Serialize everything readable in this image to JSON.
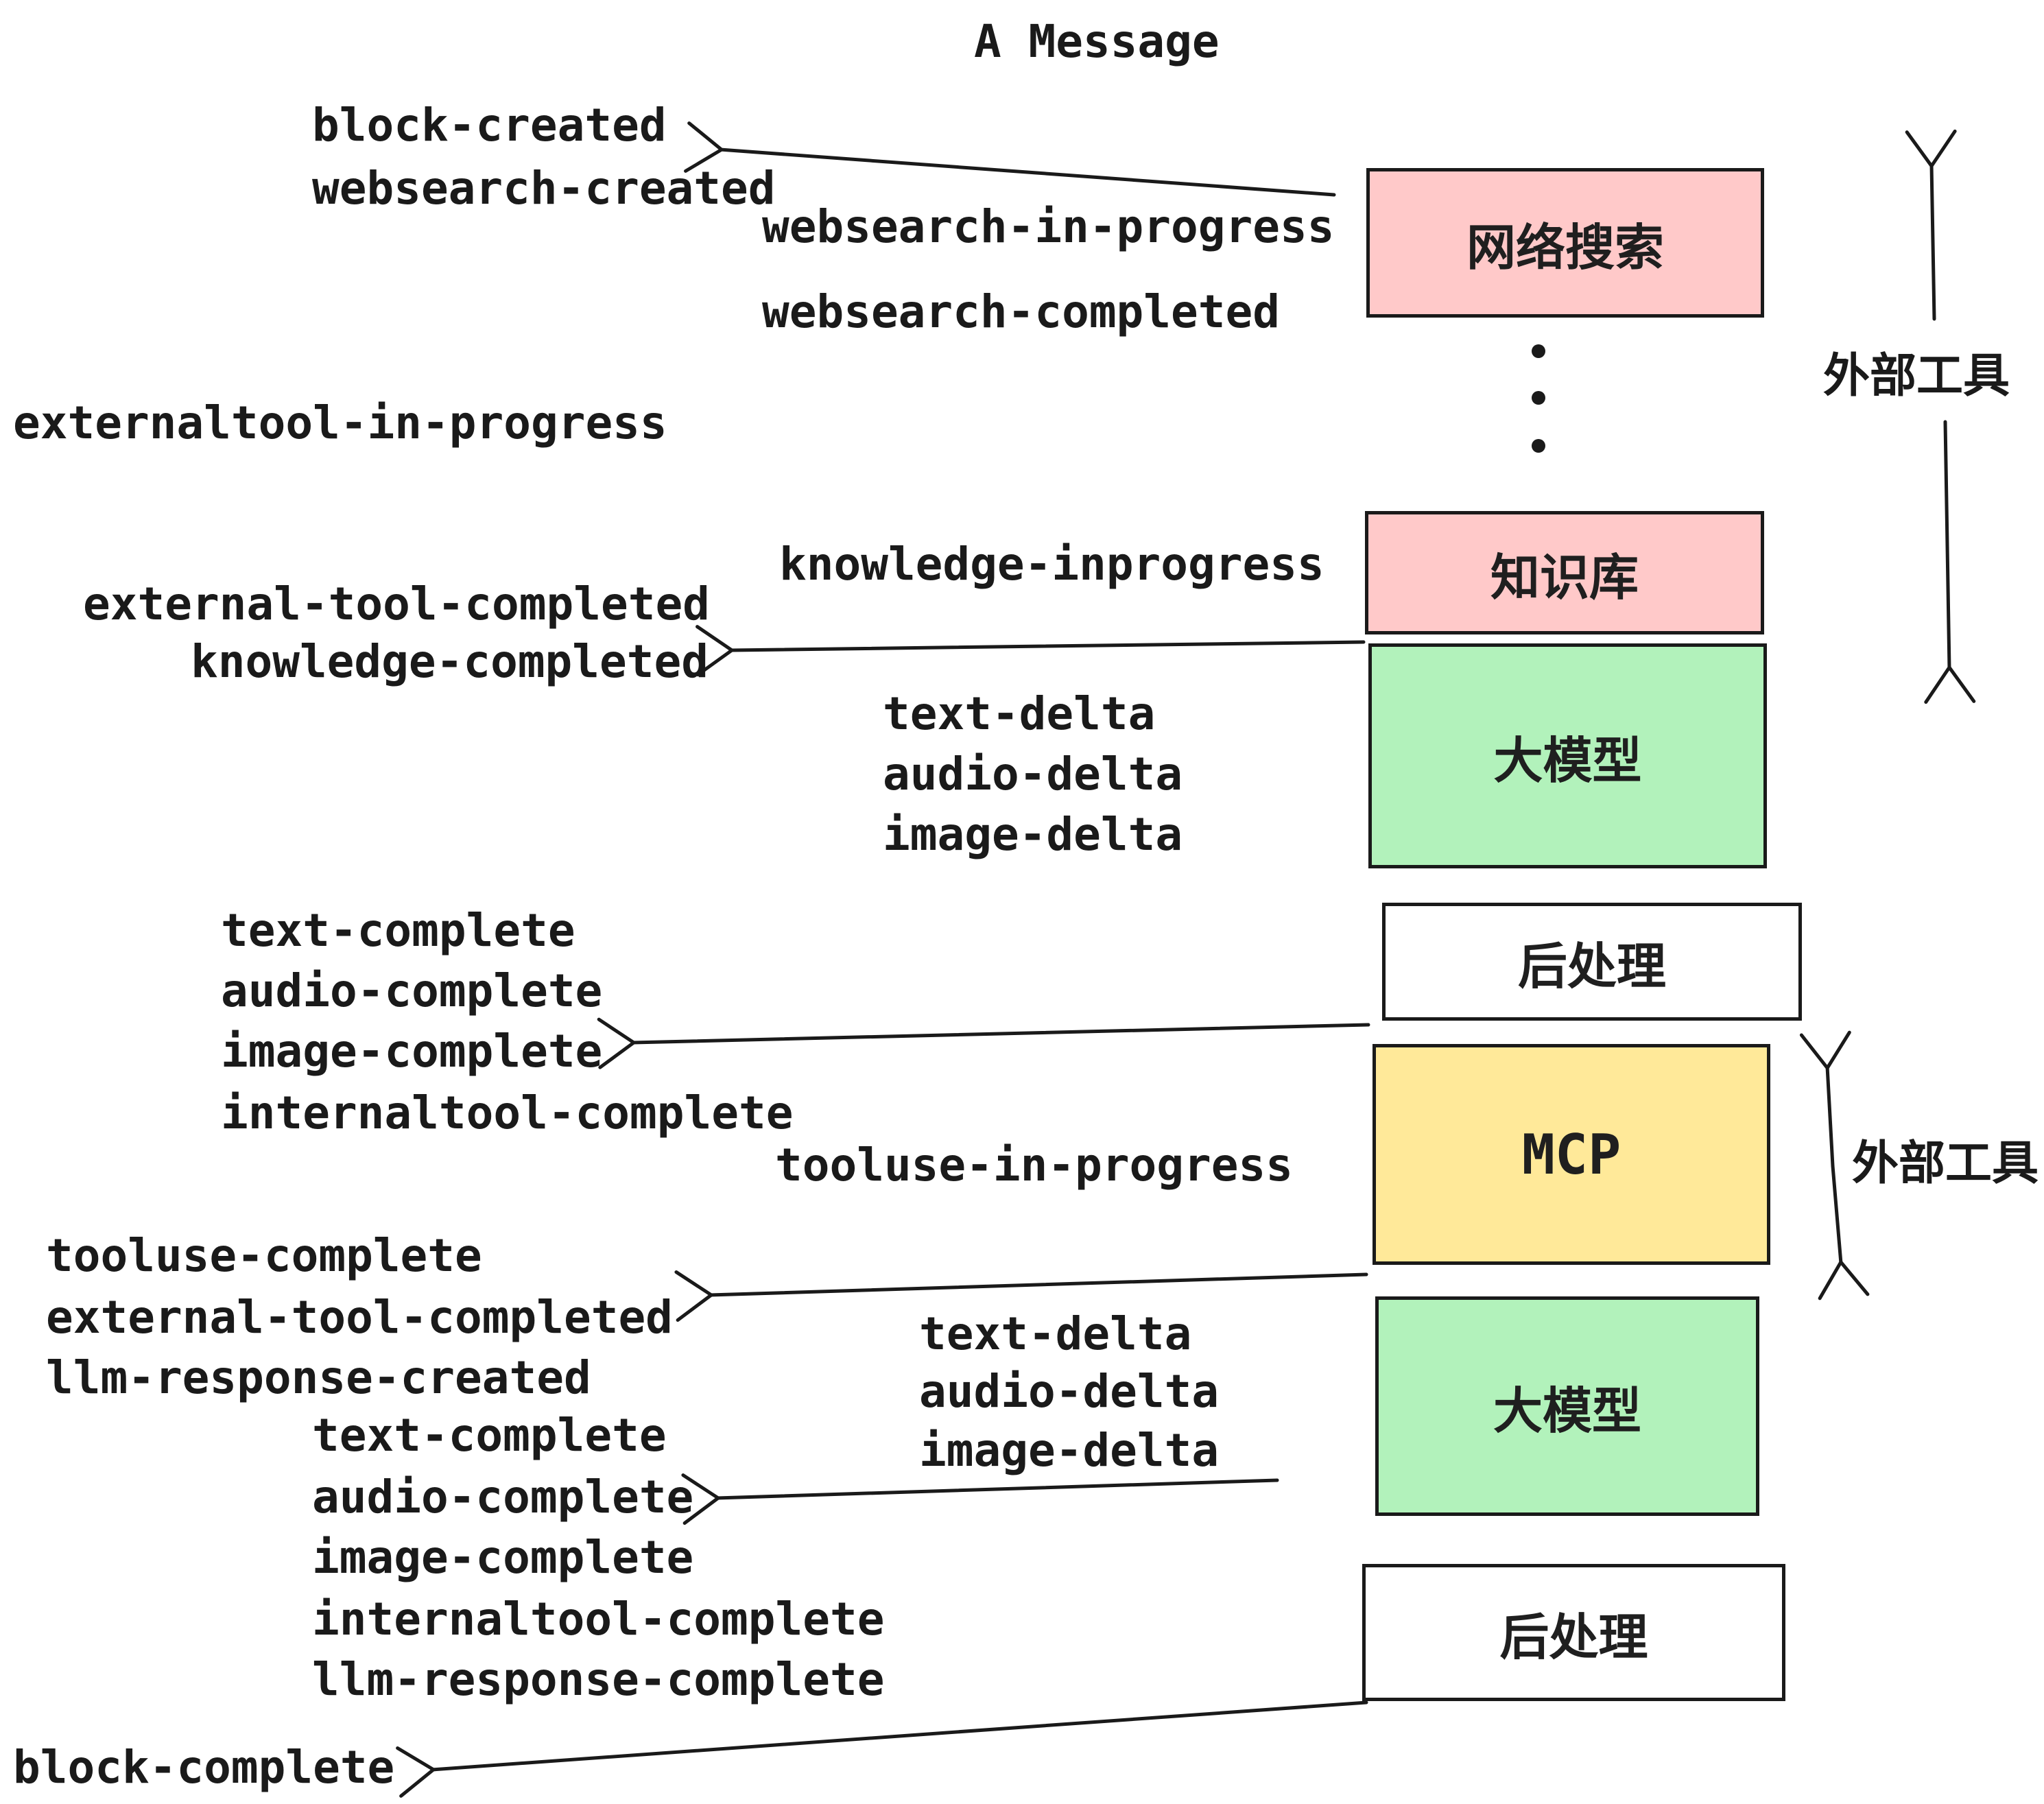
{
  "title": "A Message",
  "colors": {
    "background": "#ffffff",
    "ink": "#1a1a1a",
    "box_pink": "#ffc9c9",
    "box_green": "#b2f2bb",
    "box_yellow": "#ffe999",
    "box_white": "#ffffff"
  },
  "boxes": {
    "websearch": {
      "label": "网络搜索"
    },
    "knowledge": {
      "label": "知识库"
    },
    "llm1": {
      "label": "大模型"
    },
    "post1": {
      "label": "后处理"
    },
    "mcp": {
      "label": "MCP"
    },
    "llm2": {
      "label": "大模型"
    },
    "post2": {
      "label": "后处理"
    }
  },
  "events": {
    "block_created": "block-created",
    "websearch_created": "websearch-created",
    "websearch_in_progress": "websearch-in-progress",
    "websearch_completed": "websearch-completed",
    "externaltool_in_progress": "externaltool-in-progress",
    "knowledge_inprogress": "knowledge-inprogress",
    "external_tool_completed": "external-tool-completed",
    "knowledge_completed": "knowledge-completed",
    "text_delta": "text-delta",
    "audio_delta": "audio-delta",
    "image_delta": "image-delta",
    "text_complete": "text-complete",
    "audio_complete": "audio-complete",
    "image_complete": "image-complete",
    "internaltool_complete": "internaltool-complete",
    "tooluse_in_progress": "tooluse-in-progress",
    "tooluse_complete": "tooluse-complete",
    "external_tool_completed_2": "external-tool-completed",
    "llm_response_created": "llm-response-created",
    "text_delta_2": "text-delta",
    "audio_delta_2": "audio-delta",
    "image_delta_2": "image-delta",
    "text_complete_2": "text-complete",
    "audio_complete_2": "audio-complete",
    "image_complete_2": "image-complete",
    "internaltool_complete_2": "internaltool-complete",
    "llm_response_complete": "llm-response-complete",
    "block_complete": "block-complete"
  },
  "annotations": {
    "external_tools_top": "外部工具",
    "external_tools_mcp": "外部工具"
  }
}
